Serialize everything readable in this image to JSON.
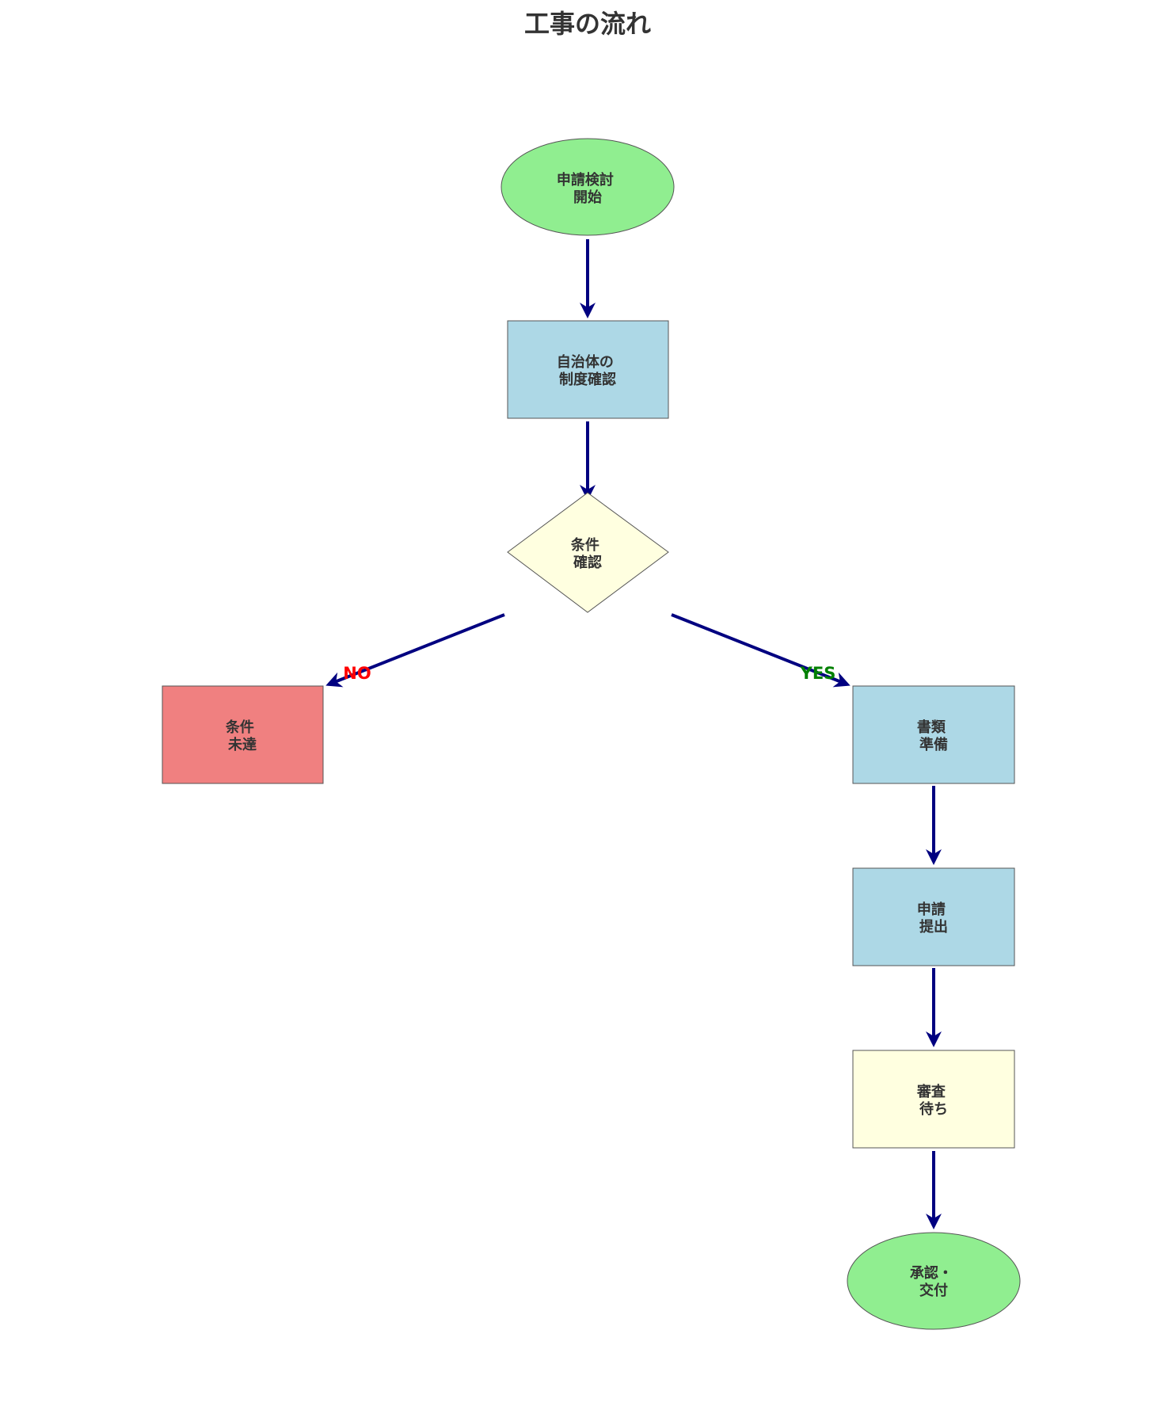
{
  "title": "工事の流れ",
  "colors": {
    "terminal": "#90ee90",
    "process": "#add8e6",
    "decision": "#ffffe0",
    "wait": "#ffffe0",
    "reject": "#f08080",
    "arrow": "#000080",
    "no_label": "#ff0000",
    "yes_label": "#008000",
    "node_text": "#333333",
    "node_border": "#555555"
  },
  "nodes": {
    "start": {
      "lines": [
        "申請検討",
        "開始"
      ]
    },
    "check_system": {
      "lines": [
        "自治体の",
        "制度確認"
      ]
    },
    "check_condition": {
      "lines": [
        "条件",
        "確認"
      ]
    },
    "not_met": {
      "lines": [
        "条件",
        "未達"
      ]
    },
    "prepare_docs": {
      "lines": [
        "書類",
        "準備"
      ]
    },
    "submit": {
      "lines": [
        "申請",
        "提出"
      ]
    },
    "wait_review": {
      "lines": [
        "審査",
        "待ち"
      ]
    },
    "approve": {
      "lines": [
        "承認・",
        "交付"
      ]
    }
  },
  "edges": {
    "no": "NO",
    "yes": "YES"
  }
}
